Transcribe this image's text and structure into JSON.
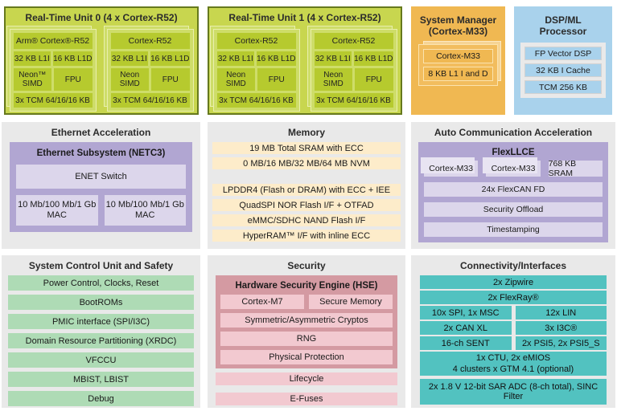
{
  "colors": {
    "green_box": "#c8d64f",
    "green_border": "#66791d",
    "green_block": "#b6ca2e",
    "green_layer": "#cedd69",
    "orange_box": "#f0b852",
    "orange_layer": "#f6d494",
    "blue_box": "#a9d2ec",
    "panel_gray": "#e9e9e9",
    "purple_block": "#b1a6d2",
    "purple_bar": "#dcd6eb",
    "cream_bar": "#fdecca",
    "light_green_bar": "#aedbb5",
    "rose_block": "#d49aa2",
    "pink_bar": "#f2c9d0",
    "teal_bar": "#52c2c0"
  },
  "rtu": [
    {
      "title": "Real-Time Unit 0 (4 x Cortex-R52)",
      "clusters": [
        {
          "core": "Arm® Cortex®-R52",
          "l1i": "32 KB L1I",
          "l1d": "16 KB L1D",
          "simd": "Neon™ SIMD",
          "fpu": "FPU",
          "tcm": "3x TCM 64/16/16 KB"
        },
        {
          "core": "Cortex-R52",
          "l1i": "32 KB L1I",
          "l1d": "16 KB L1D",
          "simd": "Neon SIMD",
          "fpu": "FPU",
          "tcm": "3x TCM 64/16/16 KB"
        }
      ]
    },
    {
      "title": "Real-Time Unit 1 (4 x Cortex-R52)",
      "clusters": [
        {
          "core": "Cortex-R52",
          "l1i": "32 KB L1I",
          "l1d": "16 KB L1D",
          "simd": "Neon SIMD",
          "fpu": "FPU",
          "tcm": "3x TCM 64/16/16 KB"
        },
        {
          "core": "Cortex-R52",
          "l1i": "32 KB L1I",
          "l1d": "16 KB L1D",
          "simd": "Neon SIMD",
          "fpu": "FPU",
          "tcm": "3x TCM 64/16/16 KB"
        }
      ]
    }
  ],
  "system_manager": {
    "title": "System Manager (Cortex-M33)",
    "items": [
      "Cortex-M33",
      "8 KB L1 I and D"
    ]
  },
  "dsp_ml": {
    "title": "DSP/ML Processor",
    "items": [
      "FP Vector DSP",
      "32 KB I Cache",
      "TCM 256 KB"
    ]
  },
  "ethernet": {
    "title": "Ethernet Acceleration",
    "block_title": "Ethernet Subsystem (NETC3)",
    "switch": "ENET Switch",
    "macs": [
      "10 Mb/100 Mb/1 Gb MAC",
      "10 Mb/100 Mb/1 Gb MAC"
    ]
  },
  "memory": {
    "title": "Memory",
    "group1": [
      "19 MB Total SRAM with ECC",
      "0 MB/16 MB/32 MB/64 MB NVM"
    ],
    "group2": [
      "LPDDR4 (Flash or DRAM) with ECC + IEE",
      "QuadSPI NOR Flash I/F + OTFAD",
      "eMMC/SDHC NAND Flash I/F",
      "HyperRAM™ I/F with inline ECC"
    ]
  },
  "auto_comm": {
    "title": "Auto Communication Acceleration",
    "block_title": "FlexLLCE",
    "cells": [
      "Cortex-M33",
      "Cortex-M33",
      "768 KB SRAM"
    ],
    "bars": [
      "24x FlexCAN FD",
      "Security Offload",
      "Timestamping"
    ]
  },
  "scu": {
    "title": "System Control Unit and Safety",
    "bars": [
      "Power Control, Clocks, Reset",
      "BootROMs",
      "PMIC interface (SPI/I3C)",
      "Domain Resource Partitioning (XRDC)",
      "VFCCU",
      "MBIST, LBIST",
      "Debug"
    ]
  },
  "security": {
    "title": "Security",
    "hse_title": "Hardware Security Engine (HSE)",
    "row": [
      "Cortex-M7",
      "Secure Memory"
    ],
    "bars": [
      "Symmetric/Asymmetric Cryptos",
      "RNG",
      "Physical Protection"
    ],
    "outside": [
      "Lifecycle",
      "E-Fuses"
    ]
  },
  "connectivity": {
    "title": "Connectivity/Interfaces",
    "full": [
      "2x Zipwire",
      "2x FlexRay®"
    ],
    "rows": [
      [
        "10x SPI, 1x MSC",
        "12x LIN"
      ],
      [
        "2x CAN XL",
        "3x I3C®"
      ],
      [
        "16-ch SENT",
        "2x PSI5, 2x PSI5_S"
      ]
    ],
    "ctu": {
      "line1": "1x CTU, 2x eMIOS",
      "line2": "4 clusters x GTM 4.1 (optional)"
    },
    "adc": "2x 1.8 V 12-bit SAR ADC (8-ch total), SINC Filter"
  }
}
